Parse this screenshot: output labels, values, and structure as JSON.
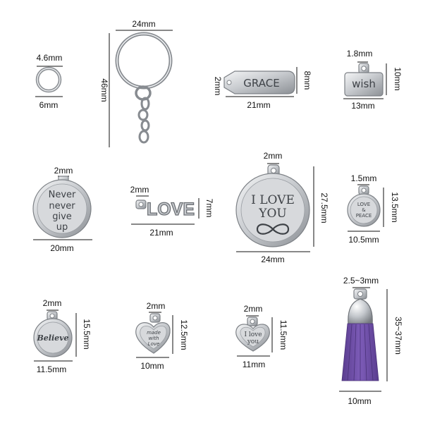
{
  "colors": {
    "background": "#ffffff",
    "metal_light": "#eef0f2",
    "metal_mid": "#b9bdc2",
    "metal_dark": "#7d8186",
    "engraving": "#3e4247",
    "tassel_purple": "#6f4fa8",
    "dimension_text": "#111111"
  },
  "items": {
    "jump_ring": {
      "inner": "4.6mm",
      "outer": "6mm",
      "icon": "jump-ring-icon"
    },
    "key_ring": {
      "width": "24mm",
      "length": "46mm",
      "icon": "key-ring-icon"
    },
    "grace_tag": {
      "text": "GRACE",
      "hole": "2mm",
      "height": "8mm",
      "width": "21mm"
    },
    "wish_tag": {
      "text": "wish",
      "hole": "1.8mm",
      "height": "10mm",
      "width": "13mm"
    },
    "never_charm": {
      "line1": "Never",
      "line2": "never",
      "line3": "give",
      "line4": "up",
      "hole": "2mm",
      "width": "20mm"
    },
    "love_charm": {
      "text": "LOVE",
      "hole": "2mm",
      "height": "7mm",
      "width": "21mm"
    },
    "iloveyou_round": {
      "line1": "I LOVE",
      "line2": "YOU",
      "hole": "2mm",
      "height": "27.5mm",
      "width": "24mm",
      "icon": "infinity-icon"
    },
    "peace_charm": {
      "line1": "LOVE",
      "line2": "&",
      "line3": "PEACE",
      "hole": "1.5mm",
      "height": "13.5mm",
      "width": "10.5mm"
    },
    "believe_charm": {
      "text": "Believe",
      "hole": "2mm",
      "height": "15.5mm",
      "width": "11.5mm"
    },
    "madewithlove_heart": {
      "line1": "made",
      "line2": "with",
      "line3": "Love",
      "hole": "2mm",
      "height": "12.5mm",
      "width": "10mm"
    },
    "iloveyou_heart": {
      "line1": "I love",
      "line2": "you",
      "hole": "2mm",
      "height": "11.5mm",
      "width": "11mm"
    },
    "tassel": {
      "hole": "2.5~3mm",
      "length": "35~37mm",
      "width": "10mm"
    }
  }
}
